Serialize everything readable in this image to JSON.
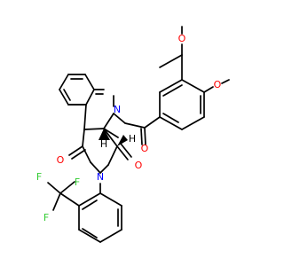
{
  "molecule": {
    "colors": {
      "bond": "#000000",
      "oxygen": "#ff0000",
      "nitrogen": "#0000ff",
      "fluorine": "#33cc33",
      "hydrogen": "#000000",
      "background": "#ffffff"
    },
    "atom_labels": {
      "o_methoxy_top": "O",
      "o_methoxy_right": "O",
      "o_ketone": "O",
      "o_imide_left": "O",
      "o_imide_right": "O",
      "n_pyrrolidine": "N",
      "n_imide": "N",
      "f_1": "F",
      "f_2": "F",
      "f_3": "F",
      "h_left": "H",
      "h_right": "H"
    }
  }
}
